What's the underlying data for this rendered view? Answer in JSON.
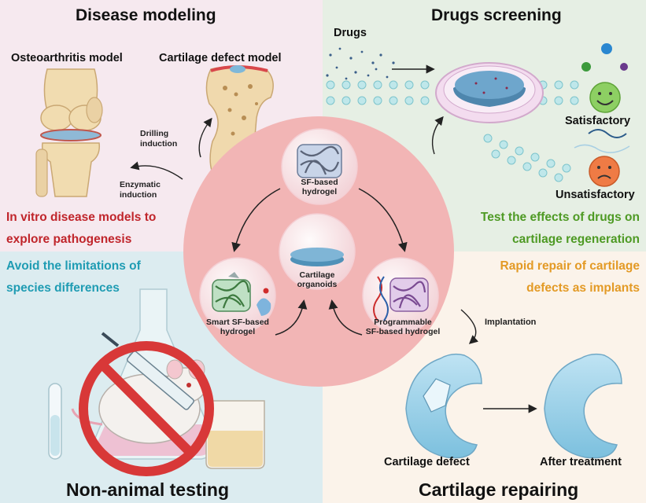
{
  "quadrants": {
    "top_left": {
      "title": "Disease modeling",
      "model_left": "Osteoarthritis model",
      "model_right": "Cartilage defect model",
      "drilling_line1": "Drilling",
      "drilling_line2": "induction",
      "enzymatic_line1": "Enzymatic",
      "enzymatic_line2": "induction",
      "caption_line1": "In vitro disease models to",
      "caption_line2": "explore pathogenesis"
    },
    "top_right": {
      "title": "Drugs screening",
      "drugs_label": "Drugs",
      "satisfactory": "Satisfactory",
      "unsatisfactory": "Unsatisfactory",
      "caption_line1": "Test the effects of drugs on",
      "caption_line2": "cartilage regeneration"
    },
    "bottom_left": {
      "title": "Non-animal testing",
      "caption_line1": "Avoid the limitations of",
      "caption_line2": "species differences"
    },
    "bottom_right": {
      "title": "Cartilage repairing",
      "caption_line1": "Rapid repair of cartilage",
      "caption_line2": "defects as implants",
      "implantation": "Implantation",
      "defect_label": "Cartilage defect",
      "after_label": "After treatment"
    }
  },
  "center": {
    "top_line1": "SF-based",
    "top_line2": "hydrogel",
    "middle_line1": "Cartilage",
    "middle_line2": "organoids",
    "left_line1": "Smart SF-based",
    "left_line2": "hydrogel",
    "right_line1": "Programmable",
    "right_line2": "SF-based hydrogel"
  },
  "colors": {
    "red_caption": "#c0252b",
    "green_caption": "#4e9a24",
    "cyan_caption": "#1f9cb3",
    "orange_caption": "#e39a25",
    "center_circle": "#f2b5b5"
  }
}
